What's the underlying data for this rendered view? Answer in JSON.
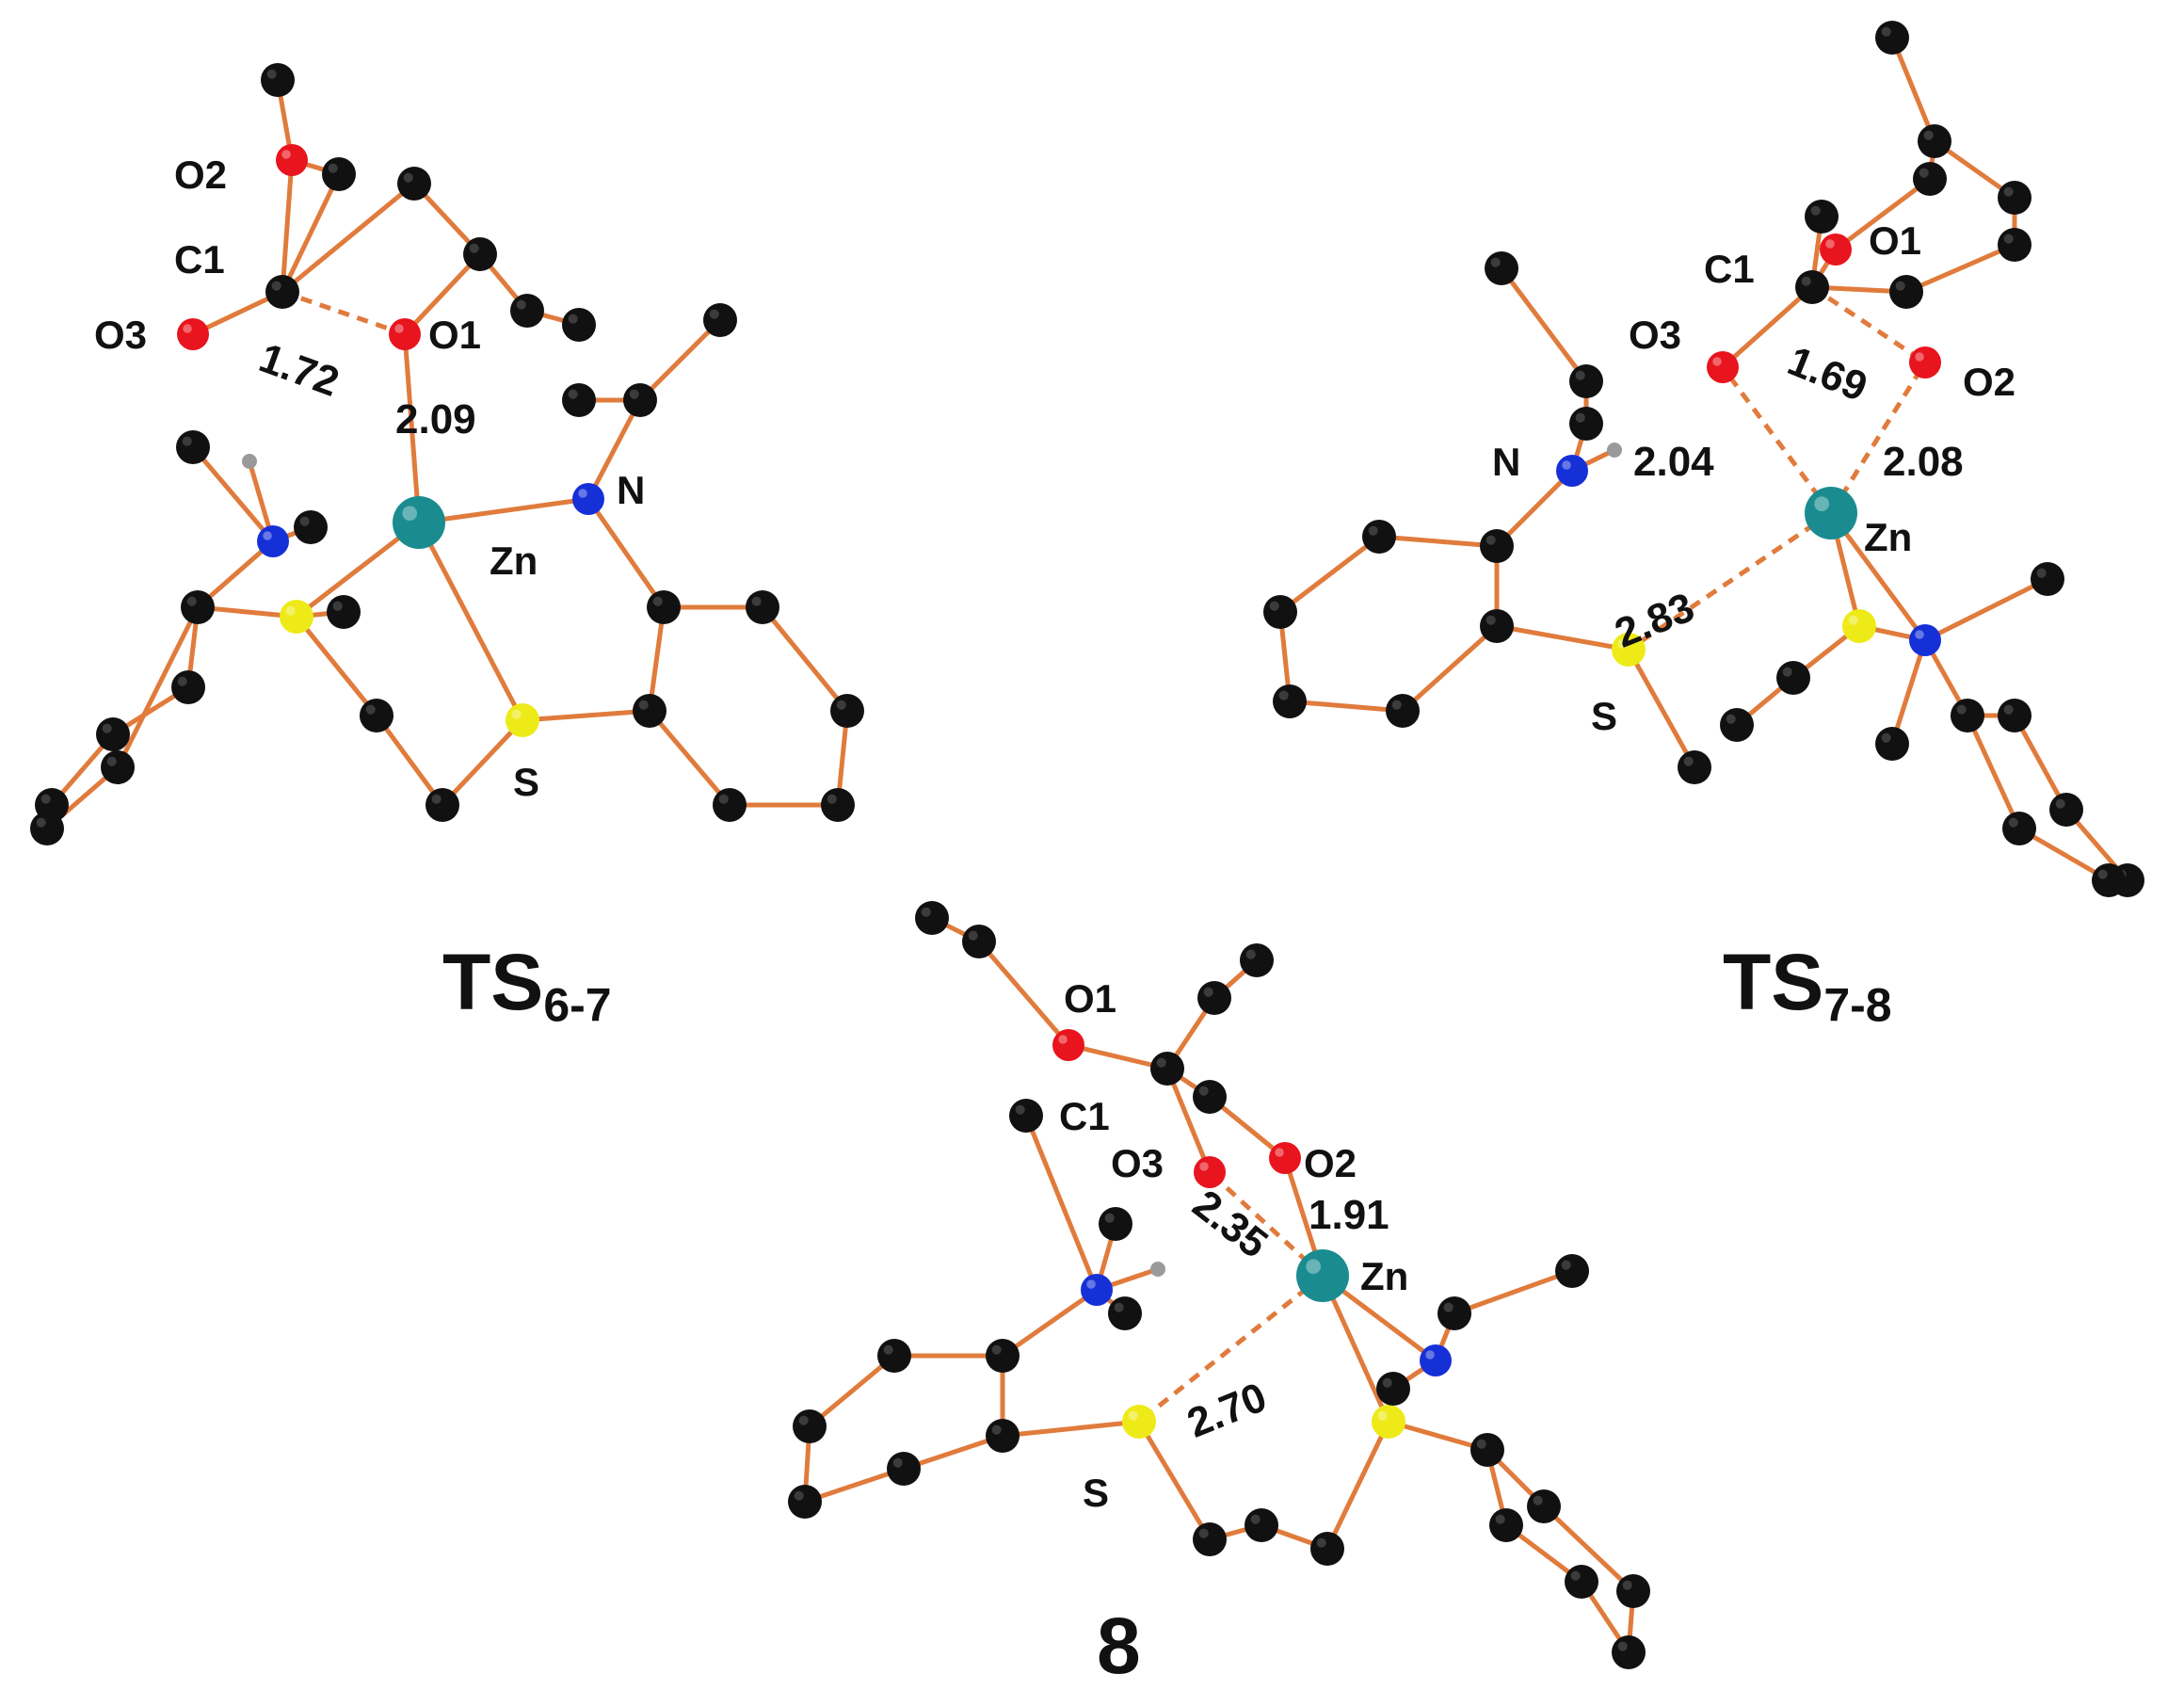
{
  "colors": {
    "bond": "#E07B3C",
    "carbon": "#111111",
    "oxygen": "#E8141E",
    "nitrogen": "#1630D8",
    "sulfur": "#EDEA18",
    "zinc": "#1A8C90",
    "hydrogen": "#9A9A9A"
  },
  "structures": [
    {
      "id": "ts67",
      "caption_main": "TS",
      "caption_sub": "6-7",
      "labels": {
        "O2": "O2",
        "C1": "C1",
        "O3": "O3",
        "O1": "O1",
        "N": "N",
        "Zn": "Zn",
        "S": "S"
      },
      "distances": {
        "c1_o1": "1.72",
        "zn_o1": "2.09"
      }
    },
    {
      "id": "ts78",
      "caption_main": "TS",
      "caption_sub": "7-8",
      "labels": {
        "C1": "C1",
        "O1": "O1",
        "O3": "O3",
        "O2": "O2",
        "N": "N",
        "Zn": "Zn",
        "S": "S"
      },
      "distances": {
        "c1_o2": "1.69",
        "zn_o2": "2.08",
        "zn_o3": "2.04",
        "zn_s": "2.83"
      }
    },
    {
      "id": "s8",
      "caption_main": "8",
      "labels": {
        "O1": "O1",
        "C1": "C1",
        "O3": "O3",
        "O2": "O2",
        "Zn": "Zn",
        "S": "S"
      },
      "distances": {
        "zn_o2": "1.91",
        "zn_o3": "2.35",
        "zn_s": "2.70"
      }
    }
  ]
}
